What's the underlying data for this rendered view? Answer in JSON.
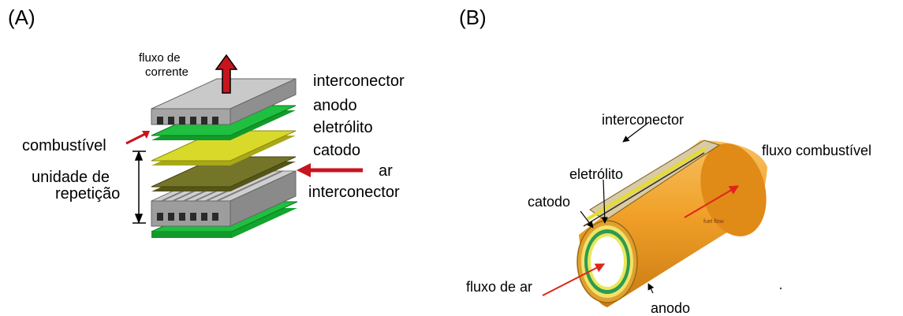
{
  "panel_a": {
    "label": "(A)",
    "flow_current": [
      "fluxo de",
      "corrente"
    ],
    "interconnector_top": "interconector",
    "anode": "anodo",
    "electrolyte": "eletrólito",
    "cathode": "catodo",
    "air": "ar",
    "interconnector_bottom": "interconector",
    "fuel": "combustível",
    "repeat_unit": [
      "unidade de",
      "repetição"
    ],
    "colors": {
      "interconnector": "#bfbfbf",
      "anode": "#1fbf3f",
      "electrolyte": "#d9d92a",
      "cathode": "#6b6b22",
      "arrow": "#c8141e"
    }
  },
  "panel_b": {
    "label": "(B)",
    "interconnector": "interconector",
    "fuel_flow": "fluxo combustível",
    "electrolyte": "eletrólito",
    "cathode": "catodo",
    "air_flow": "fluxo de ar",
    "anode": "anodo",
    "colors": {
      "anode": "#f0a028",
      "cathode_ring": "#2e9a52",
      "electrolyte_ring": "#d9d62a",
      "arrow": "#e0241a"
    }
  }
}
